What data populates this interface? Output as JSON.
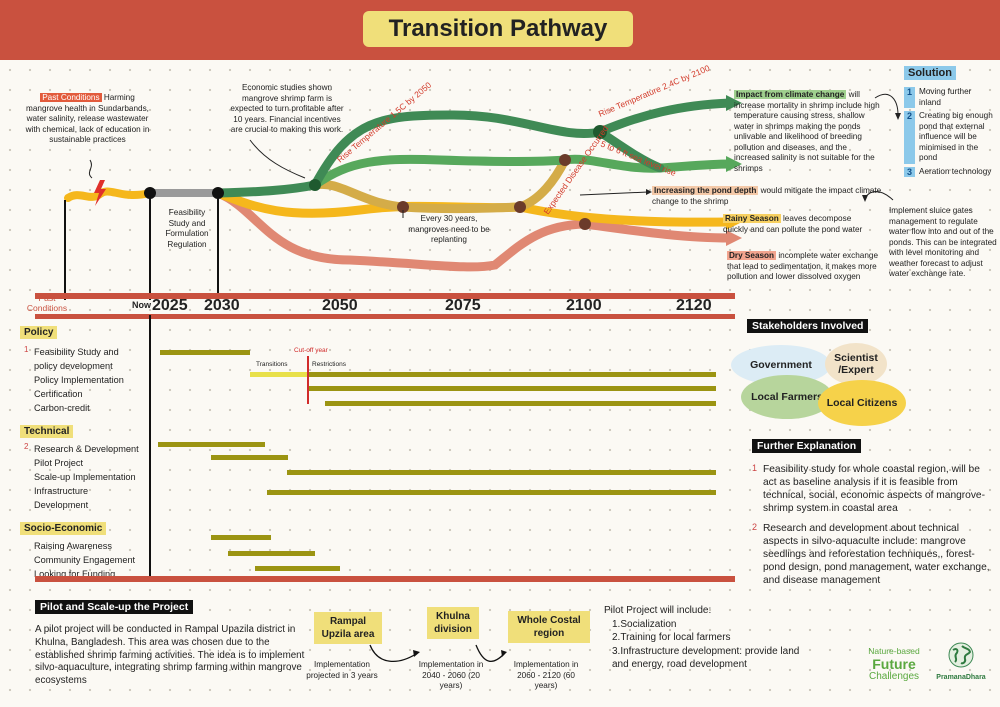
{
  "title": "Transition Pathway",
  "colors": {
    "header": "#c9513f",
    "dark_green": "#3f8a55",
    "light_green": "#57a85c",
    "yellow": "#f5b71c",
    "olive": "#d4ac48",
    "salmon": "#e08873",
    "gray": "#9a9a9a",
    "gantt": "#9b9412",
    "timeline": "#c9513f"
  },
  "past_conditions": {
    "tag": "Past Conditions",
    "text": " Harming mangrove health in Sundarbands, water salinity, release wastewater with chemical, lack of education in sustainable practices"
  },
  "feasibility_note": "Feasibility Study and Formulation Regulation",
  "economic_note": "Economic studies shown mangrove shrimp farm is expected to turn profitable after 10 years. Financial incentives are crucial to making this work.",
  "replant_note": "Every 30 years, mangroves need to be replanting",
  "path_labels": {
    "rise15": "Rise Temperature 1.5C by 2050",
    "rise24": "Rise Temperature 2.4C by 2100",
    "sea_level": "5 to 6 ft sea level rise",
    "disease": "Expected Disease Occurred"
  },
  "impact": {
    "tag": "Impact from climate change",
    "text": " will increase mortality in shrimp include high temperature causing stress, shallow water in shrimps making the ponds unlivable and likelihood of breeding pollution and diseases, and the increased salinity is not suitable for the shrimps"
  },
  "pond_depth": {
    "tag": "Increasing the pond depth",
    "text": " would mitigate the impact climate change to the shrimp"
  },
  "rainy": {
    "tag": "Rainy Season",
    "text": " leaves decompose quickly and can pollute the pond water"
  },
  "dry": {
    "tag": "Dry Season",
    "text": " incomplete water exchange that lead to sedimentation, it makes more pollution and lower dissolved oxygen"
  },
  "solution": {
    "tag": "Solution",
    "items": [
      {
        "num": "1",
        "text": "Moving further inland"
      },
      {
        "num": "2",
        "text": "Creating big enough pond that external influence will be minimised in the pond"
      },
      {
        "num": "3",
        "text": "Aeration technology"
      }
    ]
  },
  "sluice_note": "Implement sluice gates management to regulate water flow into and out of the ponds. This can be integrated with level monitoring and weather forecast to adjust water exchange rate.",
  "timeline": {
    "past": "Past Conditions",
    "now": "Now",
    "years": [
      "2025",
      "2030",
      "2050",
      "2075",
      "2100",
      "2120"
    ]
  },
  "gantt": {
    "policy_tag": "Policy",
    "policy_num": "1",
    "policy_rows": [
      "Feasibility Study and",
      "policy development",
      "Policy Implementation",
      "Certification",
      "Carbon-credit"
    ],
    "cutoff": "Cut-off year",
    "transitions": "Transitions",
    "restrictions": "Restrictions",
    "technical_tag": "Technical",
    "technical_num": "2",
    "technical_rows": [
      "Research & Development",
      "Pilot Project",
      "Scale-up Implementation",
      "Infrastructure",
      "Development"
    ],
    "socio_tag": "Socio-Economic",
    "socio_rows": [
      "Raising Awareness",
      "Community Engagement",
      "Looking for Funding"
    ]
  },
  "stakeholders": {
    "tag": "Stakeholders Involved",
    "items": [
      "Government",
      "Scientist /Expert",
      "Local Farmers",
      "Local Citizens"
    ]
  },
  "further": {
    "tag": "Further Explanation",
    "items": [
      {
        "num": "1",
        "text": "Feasibility study for whole coastal region, will be act as baseline analysis if it is feasible from technical, social, economic aspects of mangrove-shrimp system in coastal area"
      },
      {
        "num": "2",
        "text": "Research and development about technical aspects in silvo-aquaculte include: mangrove seedlings and reforestation techniques,, forest-pond design, pond management, water exchange, and disease management"
      }
    ]
  },
  "pilot": {
    "tag": "Pilot and Scale-up the Project",
    "text": "A pilot project will be conducted in Rampal Upazila district in Khulna, Bangladesh. This area was chosen due to the established shrimp farming activities. The idea is to implement silvo-aquaculture, integrating shrimp farming within mangrove ecosystems",
    "places": [
      {
        "name": "Rampal Upzila area",
        "impl": "Implementation projected in 3 years"
      },
      {
        "name": "Khulna division",
        "impl": "Implementation in 2040 - 2060 (20 years)"
      },
      {
        "name": "Whole Costal region",
        "impl": "Implementation in 2060 - 2120 (60 years)"
      }
    ],
    "include_title": "Pilot Project will include:",
    "include_items": [
      "1.Socialization",
      "2.Training for local farmers",
      "3.Infrastructure development: provide land and energy, road development"
    ]
  },
  "logos": {
    "nbfc1": "Nature-based",
    "nbfc2": "Future",
    "nbfc3": "Challenges",
    "pd": "PramanaDhara"
  }
}
